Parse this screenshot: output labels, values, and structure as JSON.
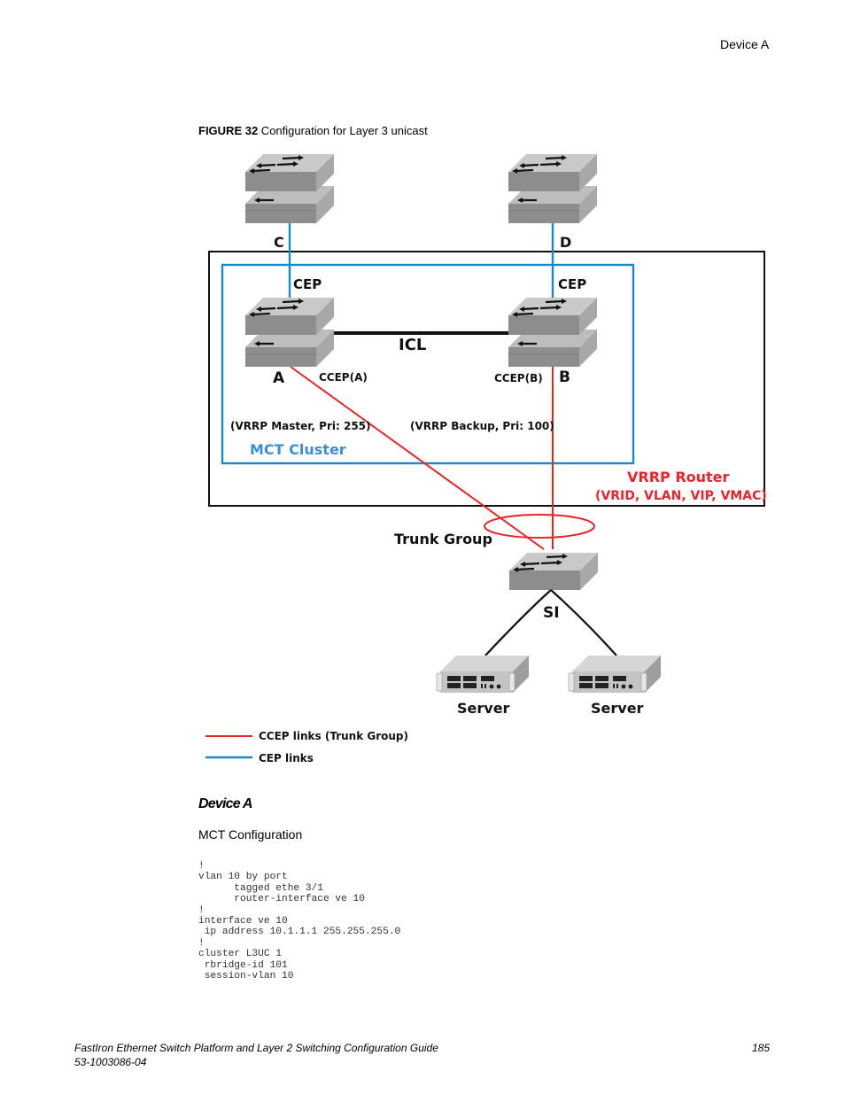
{
  "header": {
    "running_title": "Device A"
  },
  "figure": {
    "number_label": "FIGURE 32",
    "caption": " Configuration for Layer 3 unicast",
    "labels": {
      "switch_c": "C",
      "switch_d": "D",
      "cep_left": "CEP",
      "cep_right": "CEP",
      "icl": "ICL",
      "switch_a": "A",
      "switch_b": "B",
      "ccep_a": "CCEP(A)",
      "ccep_b": "CCEP(B)",
      "vrrp_master": "(VRRP Master, Pri: 255)",
      "vrrp_backup": "(VRRP Backup, Pri: 100)",
      "mct_cluster": "MCT Cluster",
      "vrrp_router": "VRRP Router",
      "vrrp_router_details": "(VRID, VLAN, VIP, VMAC)",
      "trunk_group": "Trunk Group",
      "si": "SI",
      "server_left": "Server",
      "server_right": "Server"
    },
    "legend": [
      {
        "label": "CCEP links (Trunk Group)",
        "color": "#e8232a"
      },
      {
        "label": "CEP links",
        "color": "#1a8ac6"
      }
    ],
    "colors": {
      "cep_link": "#1a8ac6",
      "ccep_link": "#e8232a",
      "icl_link": "#111111",
      "mct_cluster_text": "#3d8fd1",
      "vrrp_text": "#e8232a"
    }
  },
  "section": {
    "heading": "Device A",
    "subheading": "MCT Configuration",
    "code": "!\nvlan 10 by port\n      tagged ethe 3/1\n      router-interface ve 10\n!\ninterface ve 10\n ip address 10.1.1.1 255.255.255.0\n!\ncluster L3UC 1\n rbridge-id 101\n session-vlan 10"
  },
  "footer": {
    "doc_title": "FastIron Ethernet Switch Platform and Layer 2 Switching Configuration Guide",
    "doc_number": "53-1003086-04",
    "page_number": "185"
  }
}
